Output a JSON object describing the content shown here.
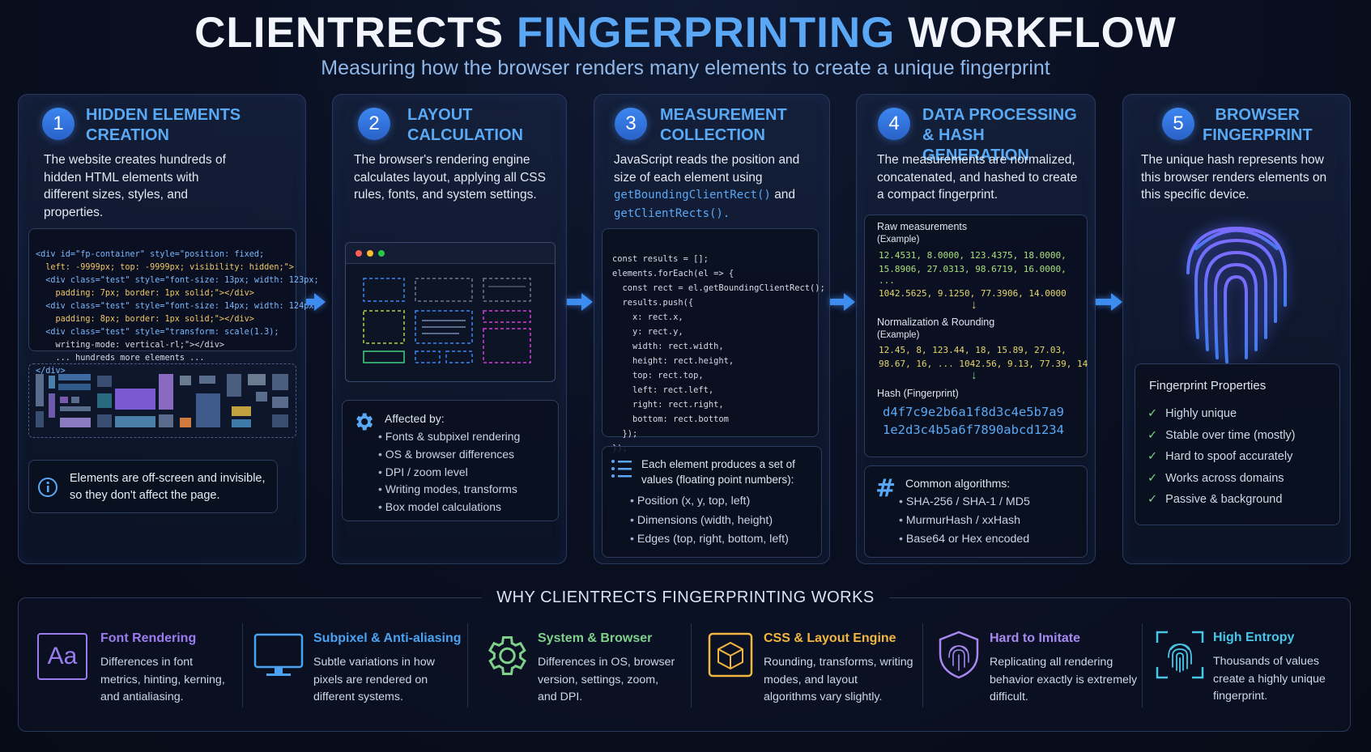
{
  "header": {
    "title_main": "CLIENTRECTS",
    "title_accent": "FINGERPRINTING",
    "title_end": "WORKFLOW",
    "subtitle": "Measuring how the browser renders many elements to create a unique fingerprint"
  },
  "colors": {
    "accent": "#5aa8f5",
    "arrow": "#3d8cf0",
    "check": "#7ed08a"
  },
  "steps": [
    {
      "num": "1",
      "title_1": "HIDDEN ELEMENTS",
      "title_2": "CREATION",
      "desc": "The website creates hundreds of hidden HTML elements with different sizes, styles, and properties.",
      "code": [
        "<div id=\"fp-container\" style=\"position: fixed;",
        "  left: -9999px; top: -9999px; visibility: hidden;\">",
        "  <div class=\"test\" style=\"font-size: 13px; width: 123px;",
        "    padding: 7px; border: 1px solid;\"></div>",
        "  <div class=\"test\" style=\"font-size: 14px; width: 124px;",
        "    padding: 8px; border: 1px solid;\"></div>",
        "  <div class=\"test\" style=\"transform: scale(1.3);",
        "    writing-mode: vertical-rl;\"></div>",
        "    ... hundreds more elements ...",
        "</div>"
      ],
      "info": "Elements are off-screen and invisible, so they don't affect the page.",
      "info_icon": "info-icon"
    },
    {
      "num": "2",
      "title_1": "LAYOUT",
      "title_2": "CALCULATION",
      "desc": "The browser's rendering engine calculates layout, applying all CSS rules, fonts, and system settings.",
      "affected_title": "Affected by:",
      "affected_icon": "gear-icon",
      "affected": [
        "Fonts & subpixel rendering",
        "OS & browser differences",
        "DPI / zoom level",
        "Writing modes, transforms",
        "Box model calculations"
      ]
    },
    {
      "num": "3",
      "title_1": "MEASUREMENT",
      "title_2": "COLLECTION",
      "desc_1": "JavaScript reads the position and size of each element using",
      "desc_code_1": "getBoundingClientRect()",
      "desc_and": "and",
      "desc_code_2": "getClientRects().",
      "code": [
        "const results = [];",
        "elements.forEach(el => {",
        "  const rect = el.getBoundingClientRect();",
        "  results.push({",
        "    x: rect.x,",
        "    y: rect.y,",
        "    width: rect.width,",
        "    height: rect.height,",
        "    top: rect.top,",
        "    left: rect.left,",
        "    right: rect.right,",
        "    bottom: rect.bottom",
        "  });",
        "});"
      ],
      "values_title": "Each element produces a set of values (floating point numbers):",
      "values_icon": "list-icon",
      "values": [
        "Position (x, y, top, left)",
        "Dimensions (width, height)",
        "Edges (top, right, bottom, left)"
      ]
    },
    {
      "num": "4",
      "title_1": "DATA PROCESSING",
      "title_2": "& HASH GENERATION",
      "desc": "The measurements are normalized, concatenated, and hashed to create a compact fingerprint.",
      "raw_label": "Raw measurements",
      "raw_example": "(Example)",
      "raw_lines": [
        "12.4531, 8.0000, 123.4375, 18.0000,",
        "15.8906, 27.0313, 98.6719, 16.0000,",
        "...",
        "1042.5625, 9.1250, 77.3906, 14.0000"
      ],
      "norm_label": "Normalization & Rounding",
      "norm_example": "(Example)",
      "norm_lines": [
        "12.45, 8, 123.44, 18, 15.89, 27.03,",
        "98.67, 16, ... 1042.56, 9.13, 77.39, 14"
      ],
      "hash_label": "Hash (Fingerprint)",
      "hash_lines": [
        "d4f7c9e2b6a1f8d3c4e5b7a9",
        "1e2d3c4b5a6f7890abcd1234"
      ],
      "algo_title": "Common algorithms:",
      "algo_icon": "hash-icon",
      "algos": [
        "SHA-256 / SHA-1 / MD5",
        "MurmurHash / xxHash",
        "Base64 or Hex encoded"
      ]
    },
    {
      "num": "5",
      "title_1": "BROWSER",
      "title_2": "FINGERPRINT",
      "desc": "The unique hash represents how this browser renders elements on this specific device.",
      "props_title": "Fingerprint Properties",
      "props": [
        "Highly unique",
        "Stable over time (mostly)",
        "Hard to spoof accurately",
        "Works across domains",
        "Passive & background"
      ]
    }
  ],
  "why": {
    "title": "WHY CLIENTRECTS FINGERPRINTING WORKS",
    "features": [
      {
        "title": "Font Rendering",
        "color": "#9b7cf0",
        "icon": "font-icon",
        "icon_text": "Aa",
        "desc": "Differences in font metrics, hinting, kerning, and antialiasing."
      },
      {
        "title": "Subpixel & Anti-aliasing",
        "color": "#4aa3f0",
        "icon": "monitor-icon",
        "desc": "Subtle variations in how pixels are rendered on different systems."
      },
      {
        "title": "System & Browser",
        "color": "#7ed08a",
        "icon": "gear-icon",
        "desc": "Differences in OS, browser version, settings, zoom, and DPI."
      },
      {
        "title": "CSS & Layout Engine",
        "color": "#f2b640",
        "icon": "cube-icon",
        "desc": "Rounding, transforms, writing modes, and layout algorithms vary slightly."
      },
      {
        "title": "Hard to Imitate",
        "color": "#a788f0",
        "icon": "shield-fingerprint-icon",
        "desc": "Replicating all rendering behavior exactly is extremely difficult."
      },
      {
        "title": "High Entropy",
        "color": "#48c6e8",
        "icon": "scan-fingerprint-icon",
        "desc": "Thousands of values create a highly unique fingerprint."
      }
    ]
  }
}
